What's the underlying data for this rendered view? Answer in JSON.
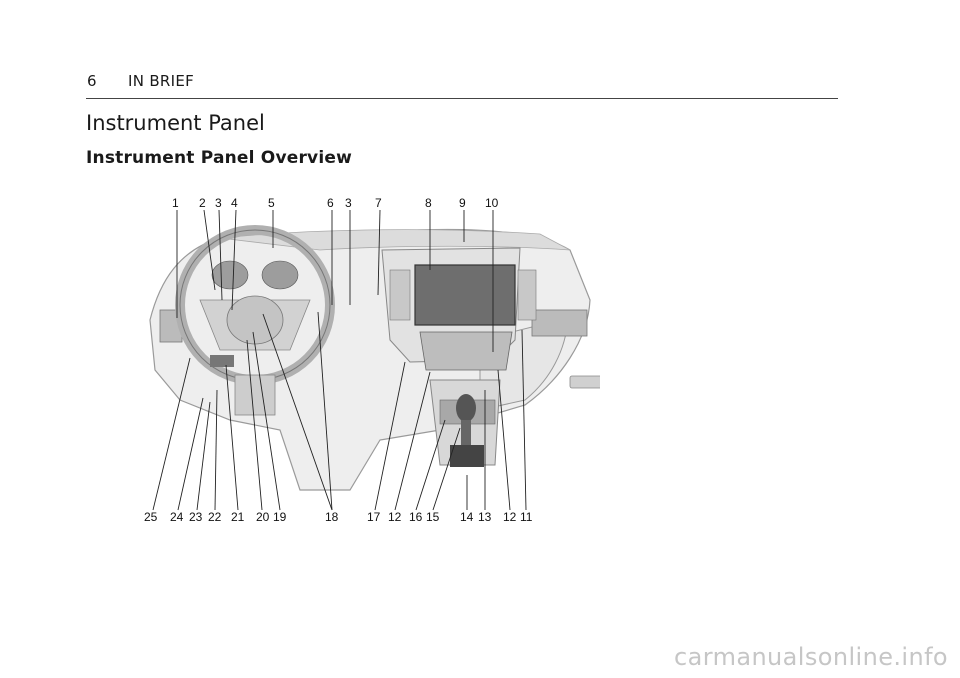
{
  "header": {
    "page_number": "6",
    "section": "IN BRIEF"
  },
  "title": "Instrument Panel",
  "subtitle": "Instrument Panel Overview",
  "figure": {
    "top_callouts": [
      "1",
      "2",
      "3",
      "4",
      "5",
      "6",
      "3",
      "7",
      "8",
      "9",
      "10"
    ],
    "bottom_callouts": [
      "25",
      "24",
      "23",
      "22",
      "21",
      "20",
      "19",
      "18",
      "17",
      "12",
      "16",
      "15",
      "14",
      "13",
      "12",
      "11"
    ]
  },
  "watermark": "carmanualsonline.info"
}
